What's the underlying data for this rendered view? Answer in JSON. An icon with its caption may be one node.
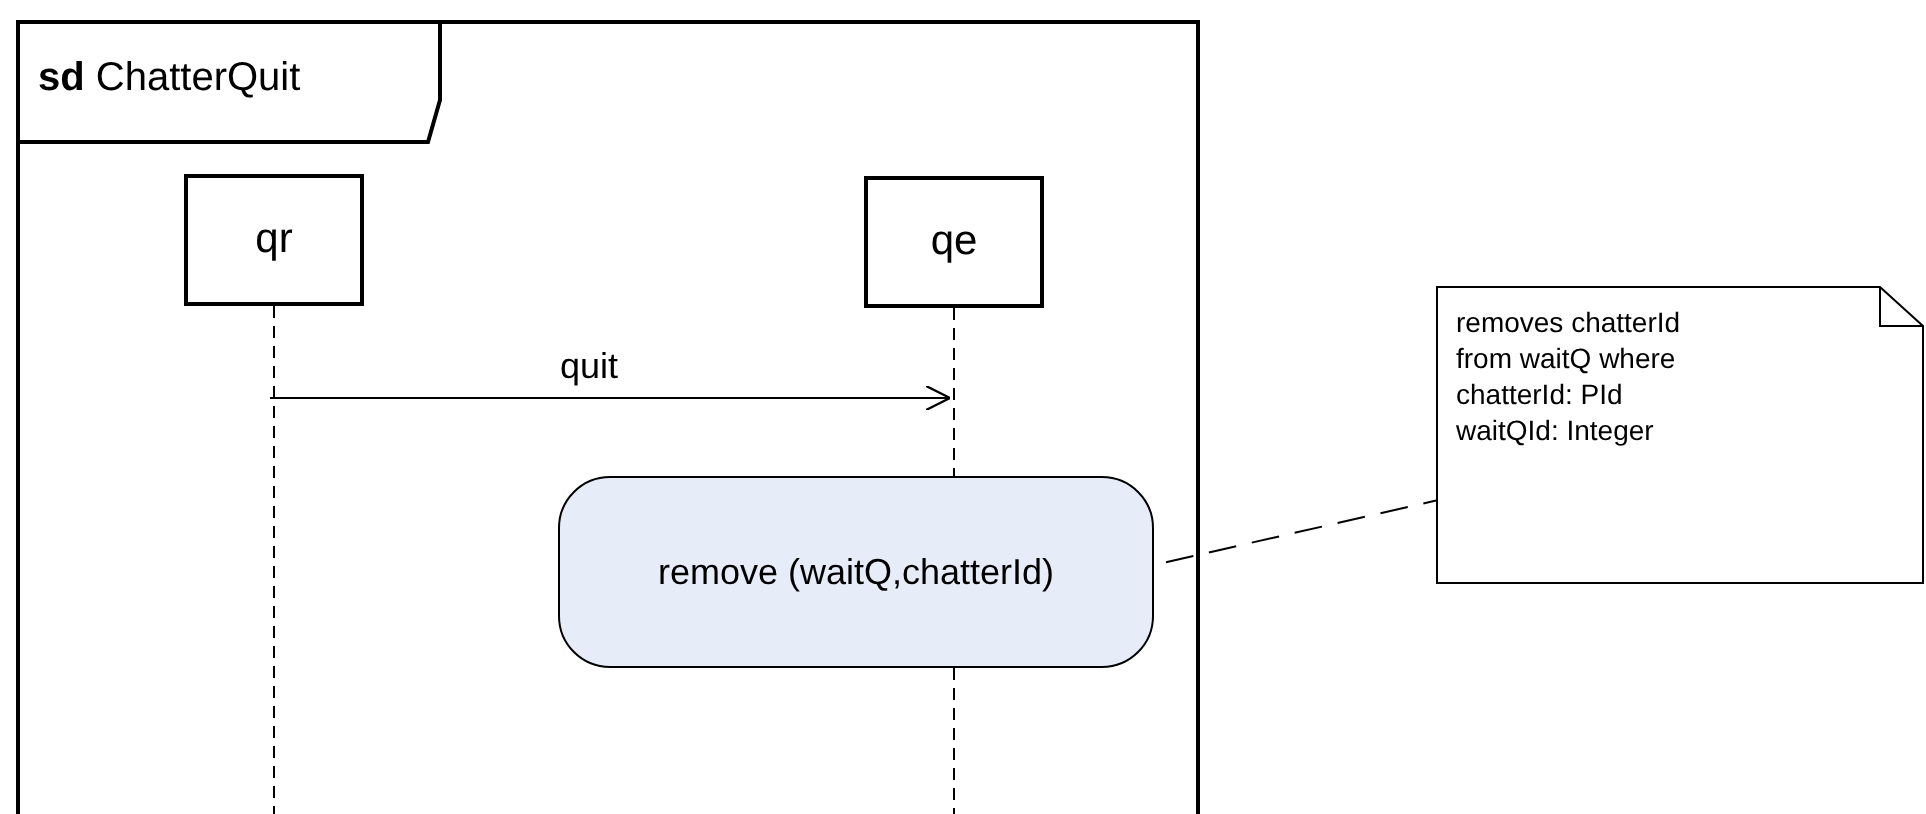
{
  "diagram": {
    "nodes": [
      {
        "text": [
          "**sd** ChatterQuit"
        ]
      },
      {
        "text": [
          "qr"
        ],
        "in": 0
      },
      {
        "text": [
          "qe"
        ],
        "in": 0
      },
      {
        "text": [
          "remove (waitQ,chatterId)"
        ],
        "in": 0
      },
      {
        "text": [
          "removes chatterId from waitQ where chatterId: PId waitQId: Integer"
        ]
      }
    ],
    "edges": [
      {
        "from": 1,
        "to": 2,
        "arrow": "to",
        "label": "quit"
      },
      {
        "from": 3,
        "to": 4,
        "arrow": "none",
        "style": "dashed"
      }
    ]
  }
}
